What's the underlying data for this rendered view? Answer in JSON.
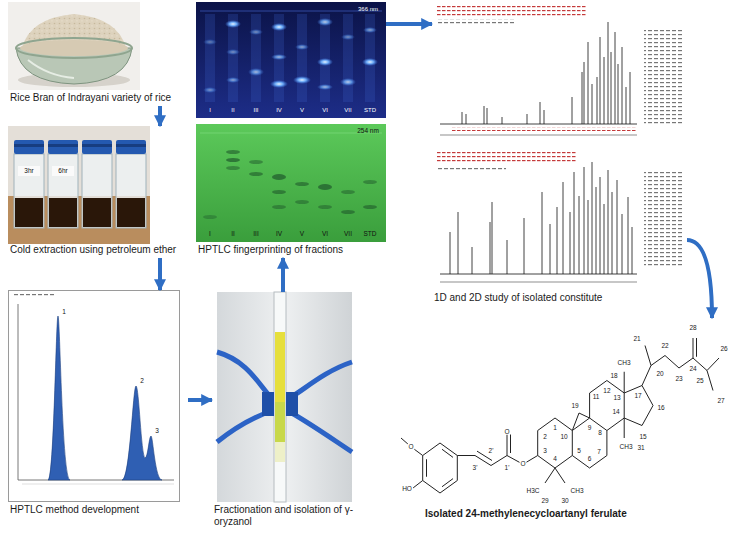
{
  "diagram": {
    "nodes": [
      {
        "text": [
          "Rice Bran of Indrayani variety of rice"
        ]
      },
      {
        "text": [
          "Cold extraction using petroleum ether"
        ]
      },
      {
        "text": [
          "HPTLC method development"
        ]
      },
      {
        "text": [
          "Fractionation and isolation of γ-oryzanol"
        ]
      },
      {
        "text": [
          "HPTLC fingerprinting of fractions"
        ]
      },
      {
        "text": [
          "1D and 2D study of isolated constitute"
        ]
      },
      {
        "text": [
          "Isolated 24-methylenecycloartanyl ferulate"
        ]
      }
    ],
    "edges": [
      {
        "from": 0,
        "to": 1,
        "arrow": "to"
      },
      {
        "from": 1,
        "to": 2,
        "arrow": "to"
      },
      {
        "from": 2,
        "to": 3,
        "arrow": "to"
      },
      {
        "from": 3,
        "to": 4,
        "arrow": "to"
      },
      {
        "from": 4,
        "to": 5,
        "arrow": "to"
      },
      {
        "from": 5,
        "to": 6,
        "arrow": "to"
      }
    ],
    "labels": [
      "366 nm",
      "I",
      "II",
      "III",
      "IV",
      "V",
      "VI",
      "VII",
      "STD",
      "254 nm",
      "I",
      "II",
      "III",
      "IV",
      "V",
      "VI",
      "VII",
      "STD",
      "3hr",
      "6hr",
      "1",
      "2",
      "3",
      "28",
      "21",
      "22",
      "23",
      "24",
      "25",
      "26",
      "27",
      "20",
      "12",
      "CH3",
      "18",
      "17",
      "16",
      "13",
      "14",
      "15",
      "11",
      "19",
      "9",
      "8",
      "1",
      "10",
      "2",
      "3",
      "5",
      "4",
      "6",
      "7",
      "H3C",
      "29",
      "CH3",
      "30",
      "CH3",
      "31",
      "O",
      "O",
      "1'",
      "2'",
      "3'",
      "O",
      "HO"
    ]
  }
}
